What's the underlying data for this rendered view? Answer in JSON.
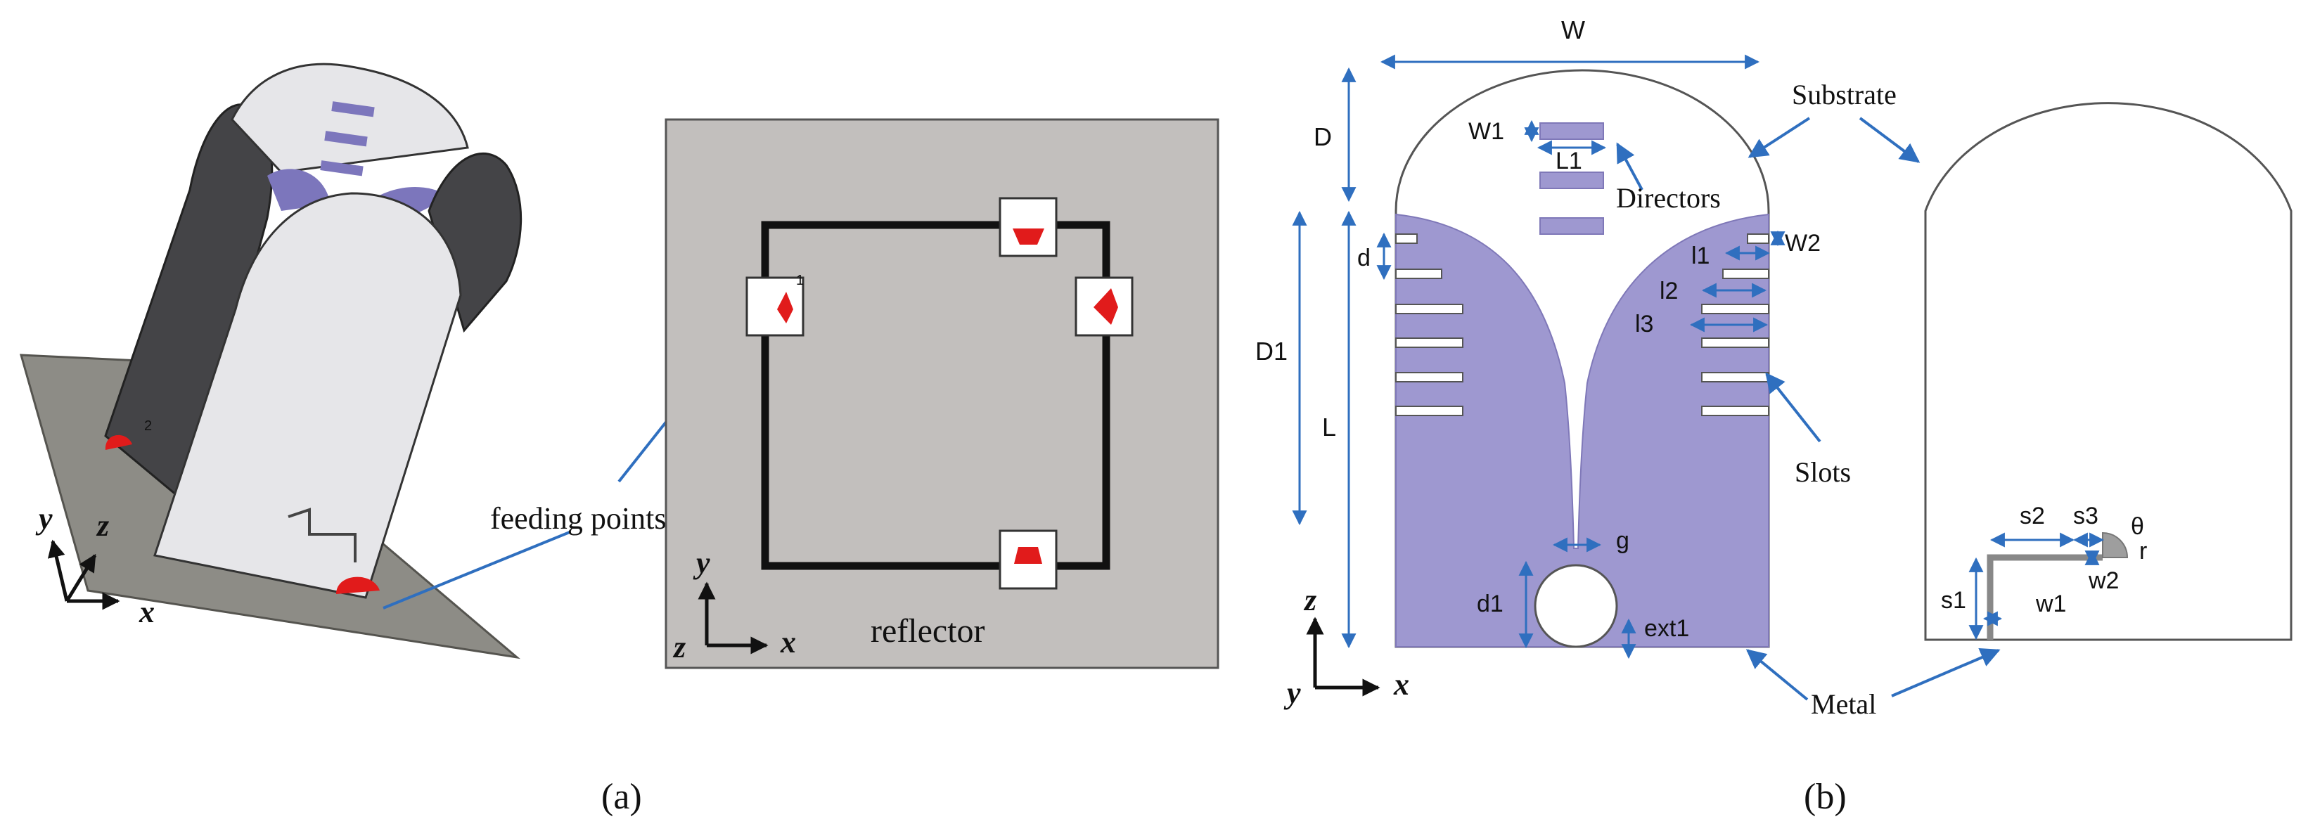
{
  "panel_a": {
    "caption": "(a)",
    "perspective": {
      "feeding_points_label": "feeding points",
      "axes": {
        "x": "x",
        "y": "y",
        "z": "z"
      }
    },
    "top_view": {
      "reflector_label": "reflector",
      "port_marks": [
        "1",
        "2"
      ],
      "axes": {
        "x": "x",
        "y": "y",
        "z": "z"
      }
    }
  },
  "panel_b": {
    "caption": "(b)",
    "front": {
      "dims": {
        "W": "W",
        "D": "D",
        "D1": "D1",
        "L": "L",
        "W1": "W1",
        "L1": "L1",
        "d": "d",
        "l1": "l1",
        "W2": "W2",
        "l2": "l2",
        "l3": "l3",
        "g": "g",
        "d1": "d1",
        "ext1": "ext1"
      },
      "labels": {
        "directors": "Directors",
        "slots": "Slots",
        "substrate": "Substrate",
        "metal": "Metal"
      },
      "axes": {
        "x": "x",
        "y": "y",
        "z": "z"
      }
    },
    "back": {
      "dims": {
        "s1": "s1",
        "s2": "s2",
        "s3": "s3",
        "w1": "w1",
        "w2": "w2",
        "r": "r",
        "theta": "θ"
      }
    }
  },
  "colors": {
    "metal": "#9e98d0",
    "metal_edge": "#7f78b8",
    "dimension": "#2f6fbf",
    "feed": "#e11b1b",
    "reflector": "#c2bfbd",
    "ground_plate": "#8d8c86",
    "dark_fin": "#444447",
    "light_fin": "#e6e6e9"
  }
}
